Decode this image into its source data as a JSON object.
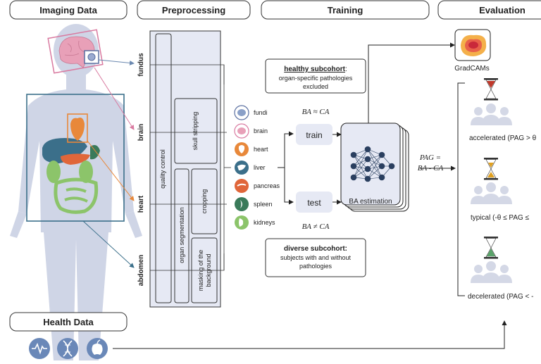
{
  "sections": {
    "imaging": "Imaging Data",
    "preprocessing": "Preprocessing",
    "training": "Training",
    "evaluation": "Evaluation",
    "health": "Health Data"
  },
  "modalities": [
    "fundus",
    "brain",
    "heart",
    "abdomen"
  ],
  "preprocessing_steps": {
    "quality_control": "quality control",
    "skull_stripping": "skull stripping",
    "organ_segmentation": "organ segmentation",
    "cropping": "cropping",
    "masking": [
      "masking of the",
      "background"
    ]
  },
  "organs": [
    "fundi",
    "brain",
    "heart",
    "liver",
    "pancreas",
    "spleen",
    "kidneys"
  ],
  "organ_colors": {
    "fundi": "#8aa0c8",
    "brain": "#e8a0b8",
    "heart": "#e8883a",
    "liver": "#3b6f8a",
    "pancreas": "#e0663a",
    "spleen": "#3a7a5a",
    "kidneys": "#8cc46a"
  },
  "training": {
    "healthy_title": "healthy subcohort",
    "healthy_colon": ":",
    "healthy_desc": [
      "organ-specific pathologies",
      "excluded"
    ],
    "ba_approx_ca": "BA ≈ CA",
    "train": "train",
    "test": "test",
    "ba_neq_ca": "BA ≠ CA",
    "ba_estimation": "BA estimation",
    "diverse_title": "diverse subcohort:",
    "diverse_desc": [
      "subjects with and without",
      "pathologies"
    ],
    "pag_line1": "PAG =",
    "pag_line2": "BA - CA"
  },
  "evaluation": {
    "gradcams": "GradCAMs",
    "accelerated": "accelerated (PAG > θ",
    "typical": "typical (-θ ≤ PAG ≤",
    "decelerated": "decelerated (PAG < -"
  },
  "health_icons": [
    "heartbeat-icon",
    "dna-icon",
    "apple-icon"
  ],
  "colors": {
    "panel_fill": "#e6e9f4",
    "panel_stroke": "#333333",
    "body_fill": "#cfd5e6",
    "person_fill": "#d4d8e6",
    "hourglass_red": "#c0392b",
    "hourglass_amber": "#e0a020",
    "hourglass_green": "#5aa36a"
  }
}
